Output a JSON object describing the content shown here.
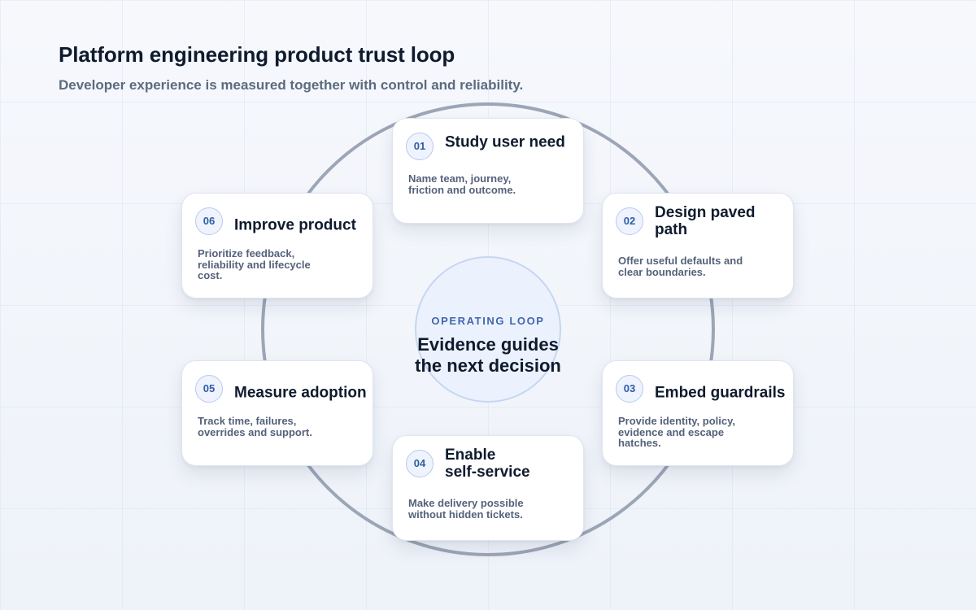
{
  "header": {
    "title": "Platform engineering product trust loop",
    "subtitle": "Developer experience is measured together with control and reliability."
  },
  "center": {
    "label": "OPERATING LOOP",
    "text_line1": "Evidence guides",
    "text_line2": "the next decision"
  },
  "steps": [
    {
      "number": "01",
      "title": [
        "Study user need"
      ],
      "description": [
        "Name team, journey,",
        "friction and outcome."
      ]
    },
    {
      "number": "02",
      "title": [
        "Design paved",
        "path"
      ],
      "description": [
        "Offer useful defaults and",
        "clear boundaries."
      ]
    },
    {
      "number": "03",
      "title": [
        "Embed guardrails"
      ],
      "description": [
        "Provide identity, policy,",
        "evidence and escape",
        "hatches."
      ]
    },
    {
      "number": "04",
      "title": [
        "Enable",
        "self-service"
      ],
      "description": [
        "Make delivery possible",
        "without hidden tickets."
      ]
    },
    {
      "number": "05",
      "title": [
        "Measure adoption"
      ],
      "description": [
        "Track time, failures,",
        "overrides and support."
      ]
    },
    {
      "number": "06",
      "title": [
        "Improve product"
      ],
      "description": [
        "Prioritize feedback,",
        "reliability and lifecycle",
        "cost."
      ]
    }
  ],
  "colors": {
    "ring": "#9ca6b6",
    "accent": "#3f67b0",
    "center_fill": "#ecf2fd"
  }
}
